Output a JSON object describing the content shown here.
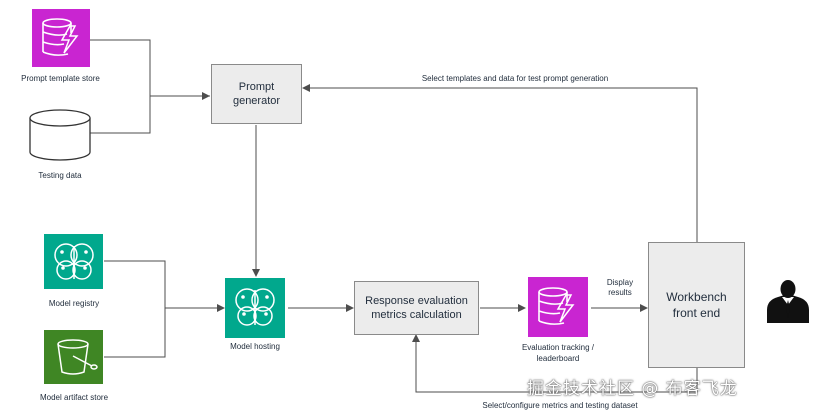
{
  "nodes": {
    "prompt_template_store": "Prompt template store",
    "testing_data": "Testing data",
    "prompt_generator": "Prompt\ngenerator",
    "model_registry": "Model registry",
    "model_artifact_store": "Model artifact store",
    "model_hosting": "Model hosting",
    "response_evaluation": "Response evaluation\nmetrics calculation",
    "evaluation_tracking": "Evaluation tracking /\nleaderboard",
    "workbench": "Workbench\nfront end"
  },
  "edges": {
    "select_templates": "Select templates and data for test prompt generation",
    "display_results": "Display\nresults",
    "select_configure": "Select/configure metrics and testing dataset"
  },
  "watermark": "掘金技术社区 @ 布客飞龙",
  "colors": {
    "dynamodb": "#c925d1",
    "sagemaker": "#01a88d",
    "s3": "#3f8624",
    "box_fill": "#ececec",
    "line": "#4d4d4d"
  }
}
